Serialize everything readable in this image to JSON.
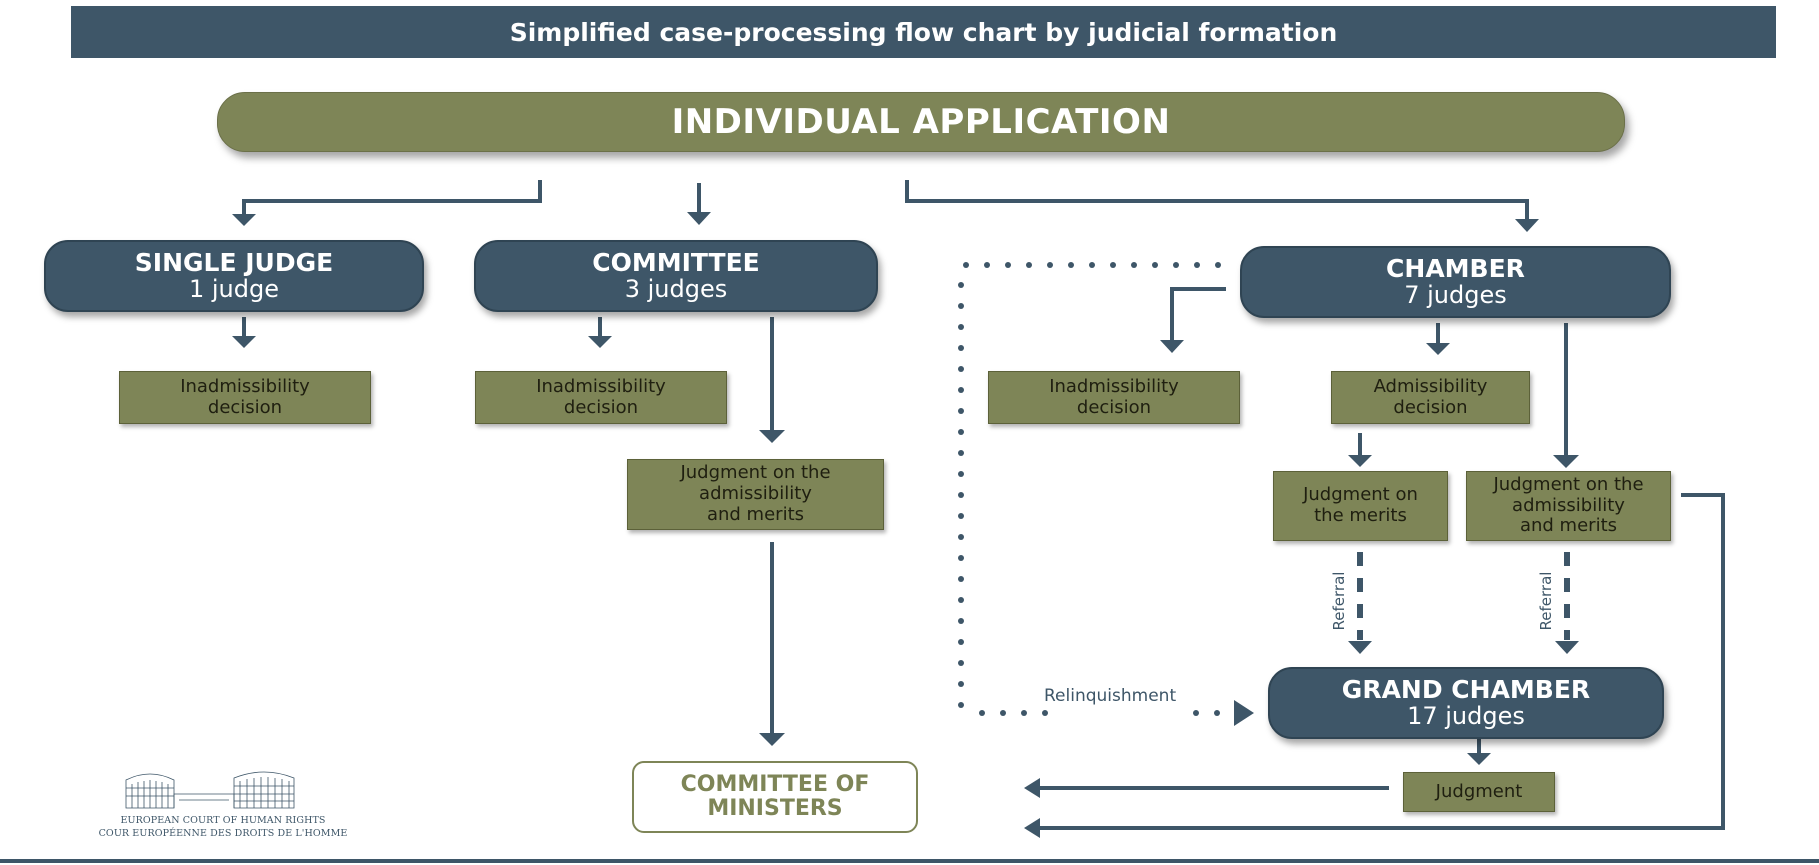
{
  "header": {
    "title": "Simplified case-processing flow chart by judicial formation"
  },
  "application": {
    "label": "INDIVIDUAL APPLICATION"
  },
  "formations": {
    "single_judge": {
      "name": "SINGLE JUDGE",
      "judges": "1 judge"
    },
    "committee": {
      "name": "COMMITTEE",
      "judges": "3 judges"
    },
    "chamber": {
      "name": "CHAMBER",
      "judges": "7 judges"
    },
    "grand_chamber": {
      "name": "GRAND CHAMBER",
      "judges": "17 judges"
    }
  },
  "decisions": {
    "single_inadmissibility": "Inadmissibility\ndecision",
    "committee_inadmissibility": "Inadmissibility\ndecision",
    "committee_judgment": "Judgment on the\nadmissibility\nand merits",
    "chamber_inadmissibility": "Inadmissibility\ndecision",
    "chamber_admissibility": "Admissibility\ndecision",
    "chamber_merits": "Judgment on\nthe merits",
    "chamber_judgment_adm_merits": "Judgment on the\nadmissibility\nand merits",
    "grand_judgment": "Judgment"
  },
  "committee_of_ministers": "COMMITTEE OF\nMINISTERS",
  "labels": {
    "relinquishment": "Relinquishment",
    "referral_left": "Referral",
    "referral_right": "Referral"
  },
  "logo": {
    "line1": "EUROPEAN COURT OF HUMAN RIGHTS",
    "line2": "COUR EUROPÉENNE DES DROITS DE L'HOMME"
  },
  "colors": {
    "navy": "#3e5668",
    "olive": "#7e8557",
    "white": "#ffffff"
  }
}
